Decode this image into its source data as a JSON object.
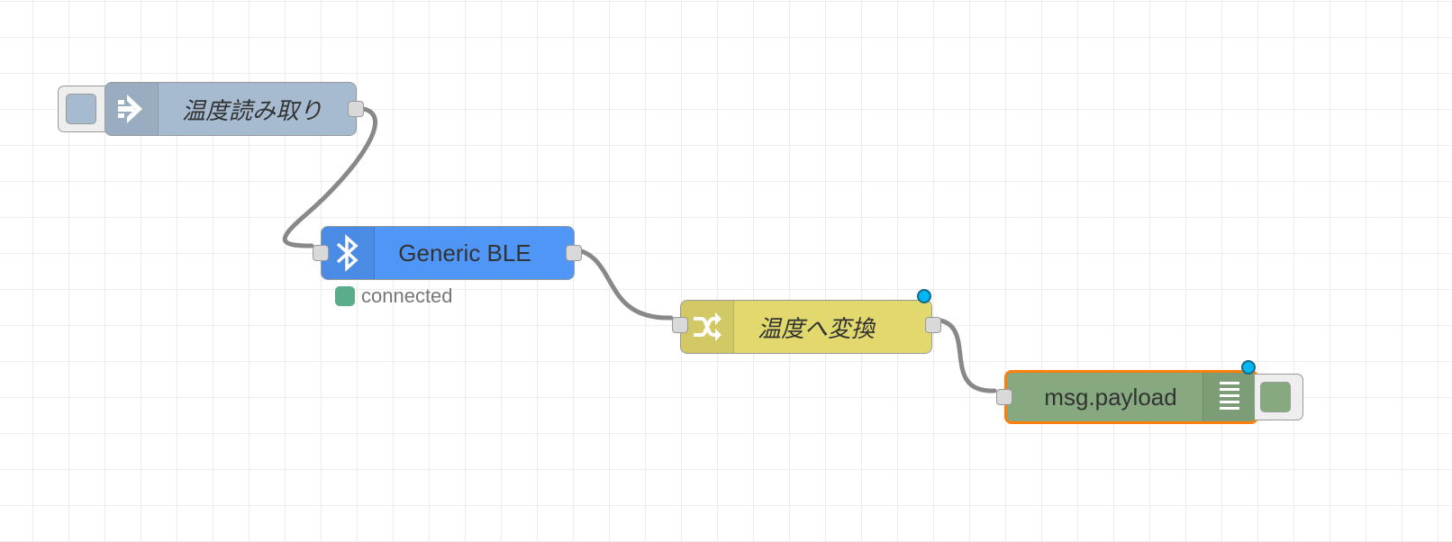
{
  "nodes": {
    "inject": {
      "label": "温度読み取り",
      "icon": "arrow-in-icon",
      "color": "#a6bbcf"
    },
    "ble": {
      "label": "Generic BLE",
      "icon": "bluetooth-icon",
      "color": "#4f96f7",
      "status_text": "connected",
      "status_color": "#5aad8a"
    },
    "function": {
      "label": "温度へ変換",
      "icon": "shuffle-icon",
      "color": "#e2d96e"
    },
    "debug": {
      "label": "msg.payload",
      "icon": "list-icon",
      "color": "#87a980",
      "selected_color": "#ff7f0e"
    }
  },
  "changed_indicator_color": "#00b7f4"
}
